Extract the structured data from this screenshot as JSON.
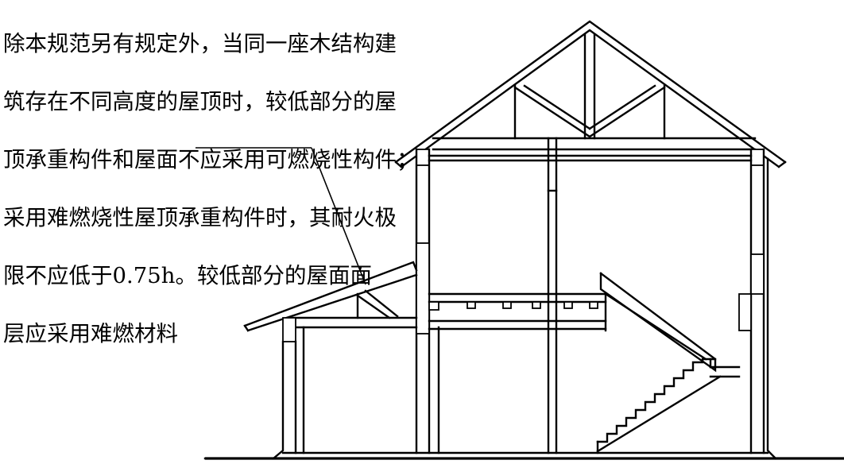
{
  "annotation": {
    "lines": [
      "除本规范另有规定外，当同一座木结构建",
      "筑存在不同高度的屋顶时，较低部分的屋",
      "顶承重构件和屋面不应采用可燃烧性构件；",
      "采用难燃烧性屋顶承重构件时，其耐火极",
      "限不应低于0.75h。较低部分的屋面面",
      "层应采用难燃材料"
    ]
  },
  "colors": {
    "line": "#000000",
    "background": "#ffffff"
  }
}
